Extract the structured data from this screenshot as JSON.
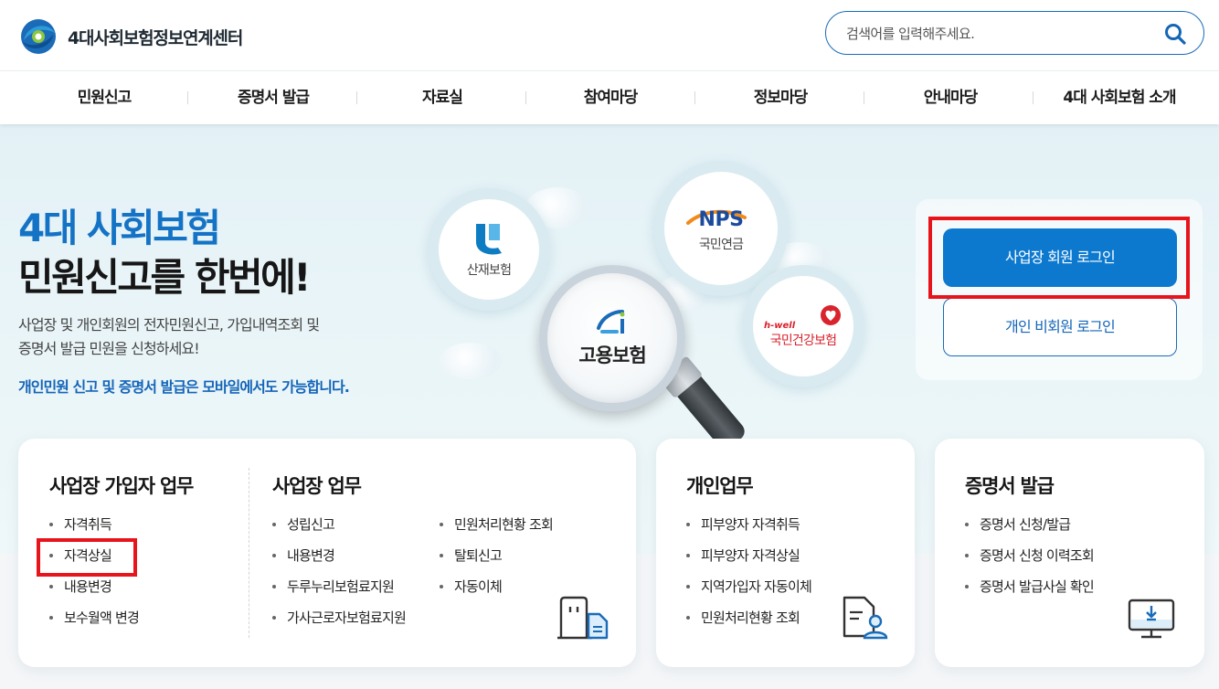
{
  "header": {
    "logo_text": "4대사회보험정보연계센터",
    "search_placeholder": "검색어를 입력해주세요."
  },
  "nav": {
    "items": [
      "민원신고",
      "증명서 발급",
      "자료실",
      "참여마당",
      "정보마당",
      "안내마당",
      "4대 사회보험 소개"
    ]
  },
  "hero": {
    "title_line1": "4대 사회보험",
    "title_line2": "민원신고를 한번에!",
    "desc_line1": "사업장 및 개인회원의 전자민원신고, 가입내역조회 및",
    "desc_line2": "증명서 발급 민원을 신청하세요!",
    "mobile_note": "개인민원 신고 및 증명서 발급은 모바일에서도 가능합니다.",
    "agencies": {
      "sanjae": "산재보험",
      "nps_brand": "NPS",
      "nps": "국민연금",
      "employment": "고용보험",
      "health_brand": "h-well",
      "health": "국민건강보험"
    }
  },
  "login": {
    "business_label": "사업장 회원 로그인",
    "personal_label": "개인 비회원 로그인"
  },
  "cards": {
    "biz_member": {
      "title": "사업장 가입자 업무",
      "items": [
        "자격취득",
        "자격상실",
        "내용변경",
        "보수월액 변경"
      ]
    },
    "biz": {
      "title": "사업장 업무",
      "items_col1": [
        "성립신고",
        "내용변경",
        "두루누리보험료지원",
        "가사근로자보험료지원"
      ],
      "items_col2": [
        "민원처리현황 조회",
        "탈퇴신고",
        "자동이체"
      ]
    },
    "personal": {
      "title": "개인업무",
      "items": [
        "피부양자 자격취득",
        "피부양자 자격상실",
        "지역가입자 자동이체",
        "민원처리현황 조회"
      ]
    },
    "cert": {
      "title": "증명서 발급",
      "items": [
        "증명서 신청/발급",
        "증명서 신청 이력조회",
        "증명서 발급사실 확인"
      ]
    }
  },
  "colors": {
    "primary": "#0c79cf",
    "highlight": "#e8141b",
    "title_blue": "#1573c6"
  }
}
